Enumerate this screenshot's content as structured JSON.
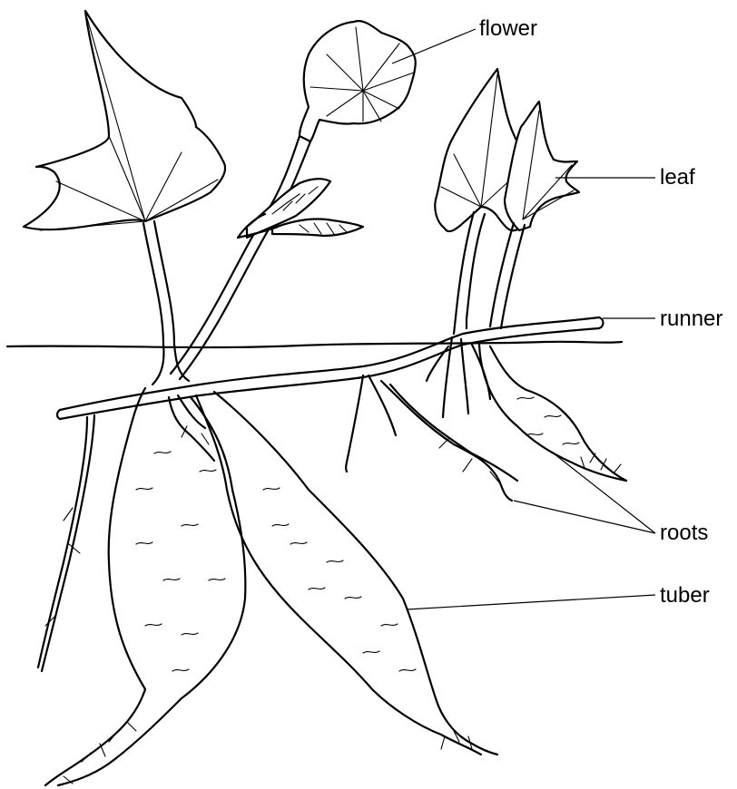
{
  "labels": {
    "flower": "flower",
    "leaf": "leaf",
    "runner": "runner",
    "roots": "roots",
    "tuber": "tuber"
  }
}
